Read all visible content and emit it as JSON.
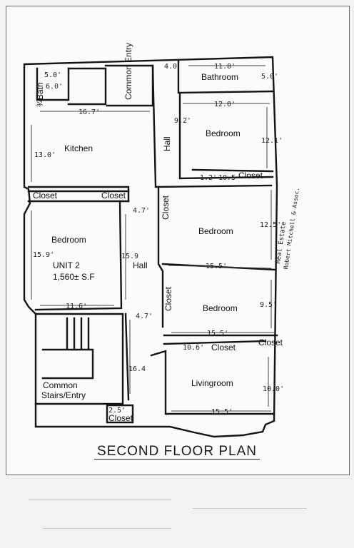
{
  "title": "SECOND FLOOR PLAN",
  "unit": {
    "name": "UNIT 2",
    "area": "1,560± S.F"
  },
  "rooms": {
    "bath": "¾Bath",
    "common_entry": "Common Entry",
    "bathroom": "Bathroom",
    "kitchen": "Kitchen",
    "bedroom_upper_right": "Bedroom",
    "hall_top": "Hall",
    "closet_k1": "Closet",
    "closet_k2": "Closet",
    "bedroom_left": "Bedroom",
    "closet_mid_1": "Closet",
    "bedroom_mid_right": "Bedroom",
    "hall_mid": "Hall",
    "closet_mid_2": "Closet",
    "bedroom_lower_right": "Bedroom",
    "closet_lower": "Closet",
    "closet_corner": "Closet",
    "closet_small": "Closet",
    "closet_right": "Closet",
    "common_stairs": "Common",
    "common_stairs_2": "Stairs/Entry",
    "livingroom": "Livingroom"
  },
  "dimensions": {
    "bath_w": "5.0'",
    "bath_h": "6.0'",
    "bathroom_w": "11.0'",
    "bathroom_h": "5.0'",
    "small_a": "4.0",
    "kitchen_w": "16.7'",
    "kitchen_h": "13.0'",
    "bedroom_ur_w": "12.0'",
    "bedroom_ur_h": "12.1'",
    "hall_top": "9.2'",
    "closet_top_a": "1.2'",
    "closet_top_b": "10.5",
    "hall_w": "4.7'",
    "bedroom_l_h": "15.9'",
    "bedroom_l_w": "11.6'",
    "hall_h": "15.9",
    "bedroom_mr_w": "15.5'",
    "bedroom_mr_h": "12.5'",
    "hall_w2": "4.7'",
    "bedroom_lr_w": "15.5'",
    "bedroom_lr_h": "9.5'",
    "closet_lower_w": "10.6'",
    "stair_h": "16.4",
    "living_w": "15.5'",
    "living_h": "10.0'",
    "stair_small": "2.5'"
  },
  "stamp": {
    "line1": "Real Estate",
    "line2": "Robert Mitchell & Assoc."
  }
}
